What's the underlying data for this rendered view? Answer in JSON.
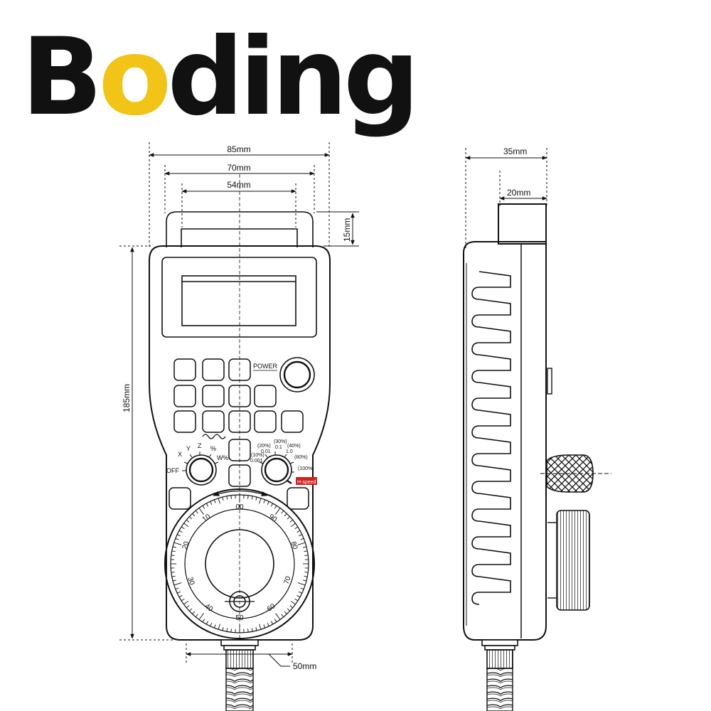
{
  "logo": {
    "prefix": "B",
    "accent": "o",
    "suffix": "ding",
    "text_color": "#111111",
    "accent_color": "#f2c417"
  },
  "dimensions": {
    "width_85": "85mm",
    "width_70": "70mm",
    "width_54": "54mm",
    "height_15": "15mm",
    "height_185": "185mm",
    "width_50": "50mm",
    "depth_35": "35mm",
    "depth_20": "20mm"
  },
  "labels": {
    "power": "POWER",
    "hi_speed": "H-speed",
    "hi_speed_color": "#d0201a"
  },
  "axis_selector": {
    "options": [
      "OFF",
      "X",
      "Y",
      "Z",
      "%",
      "W%"
    ]
  },
  "speed_selector": {
    "options": [
      "(10%)",
      "0.001",
      "(20%)",
      "0.01",
      "(30%)",
      "0.1",
      "(40%)",
      "1.0",
      "(60%)",
      "(100%)"
    ]
  },
  "dial": {
    "ticks": [
      "00",
      "90",
      "80",
      "70",
      "60",
      "50",
      "40",
      "30",
      "20",
      "10"
    ]
  }
}
